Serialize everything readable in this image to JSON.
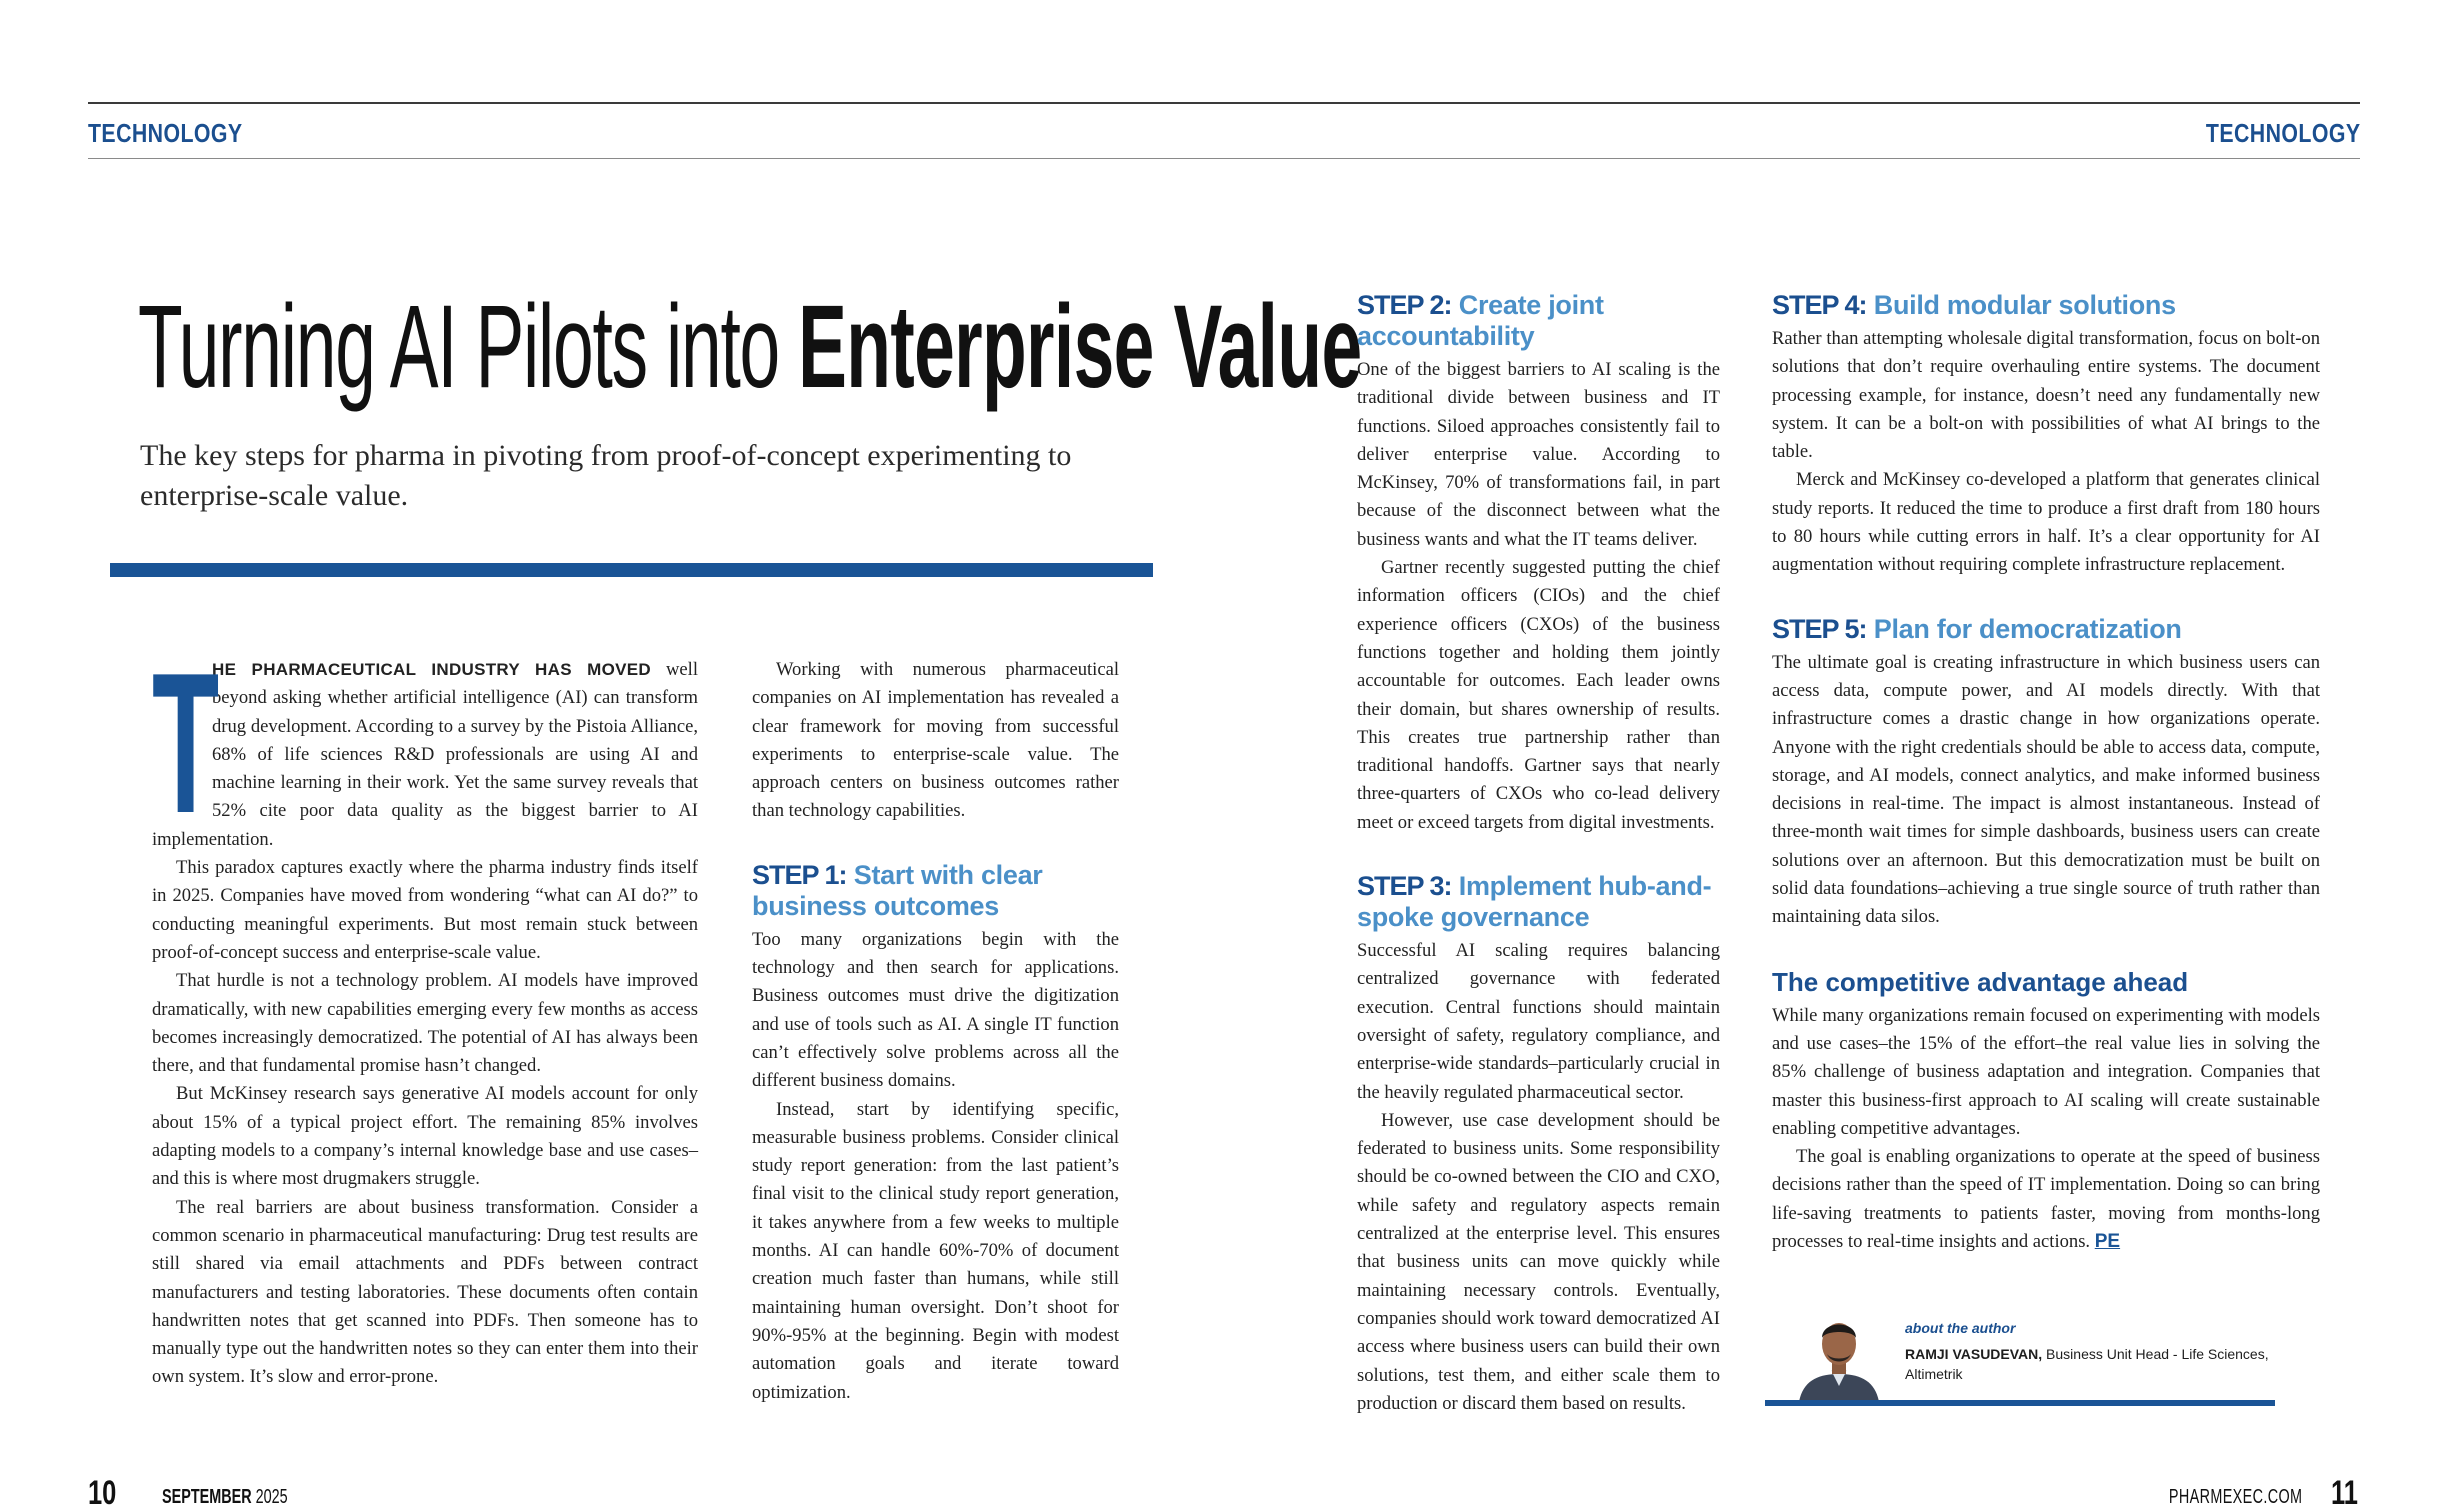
{
  "header": {
    "section_left": "TECHNOLOGY",
    "section_right": "TECHNOLOGY"
  },
  "article": {
    "title_light": "Turning AI Pilots into ",
    "title_bold": "Enterprise Value",
    "subtitle": "The key steps for pharma in pivoting from proof-of-concept experimenting to enterprise-scale value.",
    "dropcap": "T",
    "lead_caps": "HE PHARMACEUTICAL INDUSTRY HAS MOVED",
    "p1_rest": " well beyond asking whether artificial intelligence (AI) can transform drug development. According to a survey by the Pistoia Alliance, 68% of life sciences R&D professionals are using AI and machine learning in their work. Yet the same survey reveals that 52% cite poor data quality as the biggest barrier to AI implementation.",
    "p2": "This paradox captures exactly where the pharma industry finds itself in 2025. Companies have moved from wondering “what can AI do?” to conducting meaningful experiments. But most remain stuck between proof-of-concept success and enterprise-scale value.",
    "p3": "That hurdle is not a technology problem. AI models have improved dramatically, with new capabilities emerging every few months as access becomes increasingly democratized. The potential of AI has always been there, and that fundamental promise hasn’t changed.",
    "p4": "But McKinsey research says generative AI models account for only about 15% of a typical project effort. The remaining 85% involves adapting models to a company’s internal knowledge base and use cases–and this is where most drugmakers struggle.",
    "p5": "The real barriers are about business transformation. Consider a common scenario in pharmaceutical manufacturing: Drug test results are still shared via email attachments and PDFs between contract manufacturers and testing laboratories. These documents often contain handwritten notes that get scanned into PDFs. Then someone has to manually type out the handwritten notes so they can enter them into their own system. It’s slow and error-prone.",
    "p6": "Working with numerous pharmaceutical companies on AI implementation has revealed a clear framework for moving from successful experiments to enterprise-scale value. The approach centers on business outcomes rather than technology capabilities.",
    "step1": {
      "num": "STEP 1:",
      "title": " Start with clear business outcomes",
      "p1": "Too many organizations begin with the technology and then search for applications. Business outcomes must drive the digitization and use of tools such as AI. A single IT function can’t effectively solve problems across all the different business domains.",
      "p2": "Instead, start by identifying specific, measurable business problems. Consider clinical study report generation: from the last patient’s final visit to the clinical study report generation, it takes anywhere from a few weeks to multiple months. AI can handle 60%-70% of document creation much faster than humans, while still maintaining human oversight. Don’t shoot for 90%-95% at the beginning. Begin with modest automation goals and iterate toward optimization."
    },
    "step2": {
      "num": "STEP 2:",
      "title": " Create joint accountability",
      "p1": "One of the biggest barriers to AI scaling is the traditional divide between business and IT functions. Siloed approaches consistently fail to deliver enterprise value. According to McKinsey, 70% of transformations fail, in part because of the disconnect between what the business wants and what the IT teams deliver.",
      "p2": "Gartner recently suggested putting the chief information officers (CIOs) and the chief experience officers (CXOs) of the business functions together and holding them jointly accountable for outcomes. Each leader owns their domain, but shares ownership of results. This creates true partnership rather than traditional handoffs. Gartner says that nearly three-quarters of CXOs who co-lead delivery meet or exceed targets from digital investments."
    },
    "step3": {
      "num": "STEP 3:",
      "title": " Implement hub-and-spoke governance",
      "p1": "Successful AI scaling requires balancing centralized governance with federated execution. Central functions should maintain oversight of safety, regulatory compliance, and enterprise-wide standards–particularly crucial in the heavily regulated pharmaceutical sector.",
      "p2": "However, use case development should be federated to business units. Some responsibility should be co-owned between the CIO and CXO, while safety and regulatory aspects remain centralized at the enterprise level. This ensures that business units can move quickly while maintaining necessary controls. Eventually, companies should work toward democratized AI access where business users can build their own solutions, test them, and either scale them to production or discard them based on results."
    },
    "step4": {
      "num": "STEP 4:",
      "title": " Build modular solutions",
      "p1": "Rather than attempting wholesale digital transformation, focus on bolt-on solutions that don’t require overhauling entire systems. The document processing example, for instance, doesn’t need any fundamentally new system. It can be a bolt-on with possibilities of what AI brings to the table.",
      "p2": "Merck and McKinsey co-developed a platform that generates clinical study reports. It reduced the time to produce a first draft from 180 hours to 80 hours while cutting errors in half. It’s a clear opportunity for AI augmentation without requiring complete infrastructure replacement."
    },
    "step5": {
      "num": "STEP 5:",
      "title": " Plan for democratization",
      "p1": "The ultimate goal is creating infrastructure in which business users can access data, compute power, and AI models directly. With that infrastructure comes a drastic change in how organizations operate. Anyone with the right credentials should be able to access data, compute, storage, and AI models, connect analytics, and make informed business decisions in real-time. The impact is almost instantaneous. Instead of three-month wait times for simple dashboards, business users can create solutions over an afternoon. But this democratization must be built on solid data foundations–achieving a true single source of truth rather than maintaining data silos."
    },
    "competitive": {
      "title": "The competitive advantage ahead",
      "p1": "While many organizations remain focused on experimenting with models and use cases–the 15% of the effort–the real value lies in solving the 85% challenge of business adaptation and integration. Companies that master this business-first approach to AI scaling will create sustainable enabling competitive advantages.",
      "p2": "The goal is enabling organizations to operate at the speed of business decisions rather than the speed of IT implementation. Doing so can bring life-saving treatments to patients faster, moving from months-long processes to real-time insights and actions. ",
      "end_mark": "PE"
    },
    "author": {
      "about": "about the author",
      "name": "RAMJI VASUDEVAN,",
      "role": " Business Unit Head - Life Sciences, Altimetrik"
    }
  },
  "footer": {
    "page_left": "10",
    "month": "SEPTEMBER",
    "year": " 2025",
    "site": "PHARMEXEC.COM",
    "page_right": "11"
  },
  "colors": {
    "brand_blue": "#1a5496",
    "step_light_blue": "#4b90c8"
  }
}
